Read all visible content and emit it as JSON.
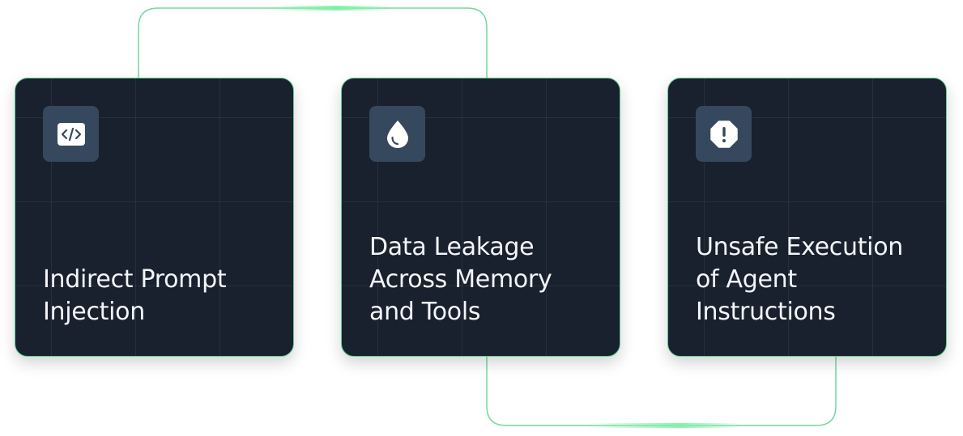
{
  "cards": [
    {
      "title_lines": [
        "Indirect Prompt",
        "Injection"
      ],
      "icon": "code-icon"
    },
    {
      "title_lines": [
        "Data Leakage",
        "Across Memory",
        "and Tools"
      ],
      "icon": "droplet-icon"
    },
    {
      "title_lines": [
        "Unsafe Execution",
        "of Agent",
        "Instructions"
      ],
      "icon": "alert-octagon-icon"
    }
  ],
  "colors": {
    "connector": "#5fcf8f",
    "connector_glow": "#7cf0a6",
    "card_background": "#18212d",
    "card_border": "#5fcf8f",
    "icon_background": "#35485d",
    "text": "#f3f5f8"
  }
}
